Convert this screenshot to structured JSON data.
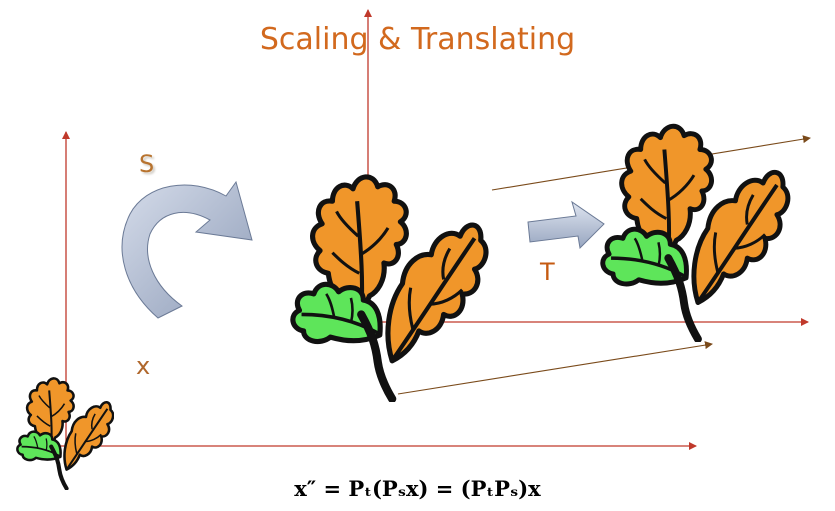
{
  "title": "Scaling & Translating",
  "labels": {
    "s": "S",
    "t": "T",
    "x": "x"
  },
  "formula": "x″ = Pₜ(Pₛx) = (PₜPₛ)x",
  "colors": {
    "title": "#d2691e",
    "axis": "#c0392b",
    "guide": "#7a4a1a",
    "leaf_orange": "#f0962a",
    "leaf_green": "#5ee55a",
    "arrow_fill": "#b8c4d8"
  }
}
